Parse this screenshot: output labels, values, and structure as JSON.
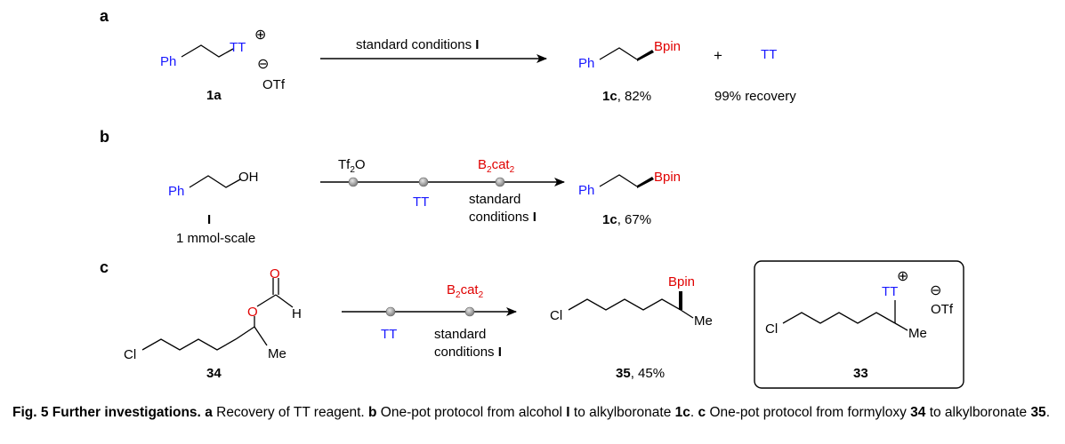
{
  "colors": {
    "blue": "#1a1aff",
    "red": "#e00000",
    "black": "#000000",
    "node": "#9a9a9a"
  },
  "panel_a": {
    "label": "a",
    "ph": "Ph",
    "tt": "TT",
    "plus_charge": "⊕",
    "minus_charge": "⊖",
    "otf": "OTf",
    "compound_label": "1a",
    "arrow_text": "standard conditions ",
    "arrow_text_bold": "I",
    "product_ph": "Ph",
    "product_bpin": "Bpin",
    "product_label_bold": "1c",
    "product_label_rest": ", 82%",
    "plus_sign": "+",
    "byproduct_tt": "TT",
    "recovery": "99% recovery"
  },
  "panel_b": {
    "label": "b",
    "ph": "Ph",
    "oh": "OH",
    "compound_label": "I",
    "scale": "1 mmol-scale",
    "reagent1_pre": "Tf",
    "reagent1_sub": "2",
    "reagent1_post": "O",
    "reagent2_a": "B",
    "reagent2_sub1": "2",
    "reagent2_b": "cat",
    "reagent2_sub2": "2",
    "tt": "TT",
    "conditions_line1": "standard",
    "conditions_line2": "conditions ",
    "conditions_bold": "I",
    "product_ph": "Ph",
    "product_bpin": "Bpin",
    "product_label_bold": "1c",
    "product_label_rest": ", 67%"
  },
  "panel_c": {
    "label": "c",
    "o_carbonyl": "O",
    "o_ester": "O",
    "h": "H",
    "cl": "Cl",
    "me": "Me",
    "compound_label": "34",
    "reagent_a": "B",
    "reagent_sub1": "2",
    "reagent_b": "cat",
    "reagent_sub2": "2",
    "tt": "TT",
    "conditions_line1": "standard",
    "conditions_line2": "conditions ",
    "conditions_bold": "I",
    "product_bpin": "Bpin",
    "product_cl": "Cl",
    "product_me": "Me",
    "product_label_bold": "35",
    "product_label_rest": ", 45%",
    "box_cl": "Cl",
    "box_tt": "TT",
    "box_plus": "⊕",
    "box_minus": "⊖",
    "box_otf": "OTf",
    "box_me": "Me",
    "box_label": "33"
  },
  "caption": {
    "fig": "Fig. 5 Further investigations.",
    "a_label": "a",
    "a_text": " Recovery of TT reagent. ",
    "b_label": "b",
    "b_text": " One-pot protocol from alcohol ",
    "b_alcohol": "I",
    "b_text2": " to alkylboronate ",
    "b_product": "1c",
    "b_end": ". ",
    "c_label": "c",
    "c_text": " One-pot protocol from formyloxy ",
    "c_start": "34",
    "c_text2": " to alkylboronate ",
    "c_product": "35",
    "c_end": "."
  }
}
